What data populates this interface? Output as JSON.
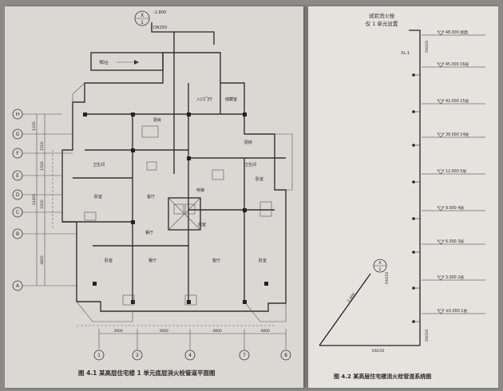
{
  "plan": {
    "caption": "图 4.1  某高层住宅楼 1 单元底层消火栓管道平面图",
    "grid_rows": [
      "H",
      "G",
      "F",
      "E",
      "D",
      "C",
      "B",
      "A"
    ],
    "grid_cols": [
      "1",
      "2",
      "4",
      "7",
      "8"
    ],
    "pipe_symbol_num": "X",
    "pipe_symbol_den": "1",
    "pipe_size": "DN150",
    "pipe_elev": "-1.800",
    "dims_bottom": [
      "3900",
      "3900",
      "4800",
      "4800"
    ],
    "dims_left": [
      "1200",
      "1500",
      "1500",
      "1500",
      "14400",
      "4800"
    ],
    "rooms": [
      "阳台",
      "卫生间",
      "卧室",
      "厨房",
      "客厅",
      "餐厅",
      "卧室",
      "电梯",
      "前室",
      "卫生间",
      "卧室",
      "厨房",
      "客厅",
      "餐厅",
      "卧室",
      "入口门厅",
      "储藏室"
    ]
  },
  "system": {
    "title_line1": "试验消火栓",
    "title_line2": "仅 1 单元设置",
    "riser_id": "XL-1",
    "riser_size": "DN100",
    "pipe_size": "DN150",
    "levels": [
      {
        "elev": "48.000",
        "name": "屋面"
      },
      {
        "elev": "45.000",
        "name": "16层"
      },
      {
        "elev": "42.000",
        "name": "15层"
      },
      {
        "elev": "39.000",
        "name": "14层"
      },
      {
        "elev": "12.000",
        "name": "5层"
      },
      {
        "elev": "9.000",
        "name": "4层"
      },
      {
        "elev": "6.000",
        "name": "3层"
      },
      {
        "elev": "3.000",
        "name": "2层"
      },
      {
        "elev": "±0.000",
        "name": "1层"
      }
    ],
    "inlet_symbol_num": "X",
    "inlet_symbol_den": "1",
    "inlet_elev": "-1.800",
    "caption": "图 4.2  某高层住宅楼消火栓管道系统图"
  }
}
